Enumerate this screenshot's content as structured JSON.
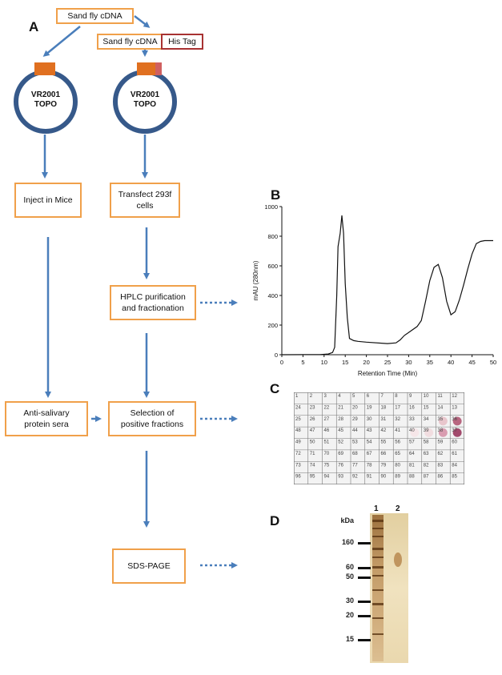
{
  "labels": {
    "A": "A",
    "B": "B",
    "C": "C",
    "D": "D"
  },
  "top": {
    "cdna_top": "Sand fly cDNA",
    "cdna_second": "Sand fly cDNA",
    "his_tag": "His Tag"
  },
  "plasmids": [
    {
      "line1": "VR2001",
      "line2": "TOPO"
    },
    {
      "line1": "VR2001",
      "line2": "TOPO"
    }
  ],
  "boxes": {
    "inject": "Inject in Mice",
    "transfect": "Transfect 293f cells",
    "hplc": "HPLC purification and fractionation",
    "anti_sera": "Anti-salivary protein sera",
    "selection": "Selection of positive fractions",
    "sds": "SDS-PAGE"
  },
  "chart_data": {
    "type": "line",
    "xlabel": "Retention Time (Min)",
    "ylabel": "mAU (280nm)",
    "xlim": [
      0,
      50
    ],
    "ylim": [
      0,
      1000
    ],
    "xticks": [
      0,
      5,
      10,
      15,
      20,
      25,
      30,
      35,
      40,
      45,
      50
    ],
    "yticks": [
      0,
      200,
      400,
      600,
      800,
      1000
    ],
    "x": [
      0,
      9,
      11,
      12,
      12.5,
      13,
      13.3,
      13.8,
      14.2,
      14.6,
      15,
      15.5,
      16,
      17,
      18,
      20,
      25,
      27,
      28,
      29,
      30,
      32,
      33,
      34,
      35,
      36,
      37,
      38,
      39,
      40,
      41,
      42,
      43,
      44,
      45,
      46,
      47,
      48,
      50
    ],
    "y": [
      0,
      1,
      5,
      15,
      50,
      400,
      730,
      820,
      940,
      820,
      480,
      250,
      110,
      95,
      90,
      85,
      75,
      80,
      100,
      130,
      150,
      190,
      230,
      360,
      500,
      590,
      610,
      520,
      360,
      270,
      290,
      370,
      470,
      580,
      680,
      750,
      765,
      770,
      770
    ],
    "grid": false
  },
  "plate": {
    "rows": [
      [
        "1",
        "2",
        "3",
        "4",
        "5",
        "6",
        "7",
        "8",
        "9",
        "10",
        "11",
        "12"
      ],
      [
        "24",
        "23",
        "22",
        "21",
        "20",
        "19",
        "18",
        "17",
        "16",
        "15",
        "14",
        "13"
      ],
      [
        "25",
        "26",
        "27",
        "28",
        "29",
        "30",
        "31",
        "32",
        "33",
        "34",
        "35",
        "36"
      ],
      [
        "48",
        "47",
        "46",
        "45",
        "44",
        "43",
        "42",
        "41",
        "40",
        "39",
        "38",
        "37"
      ],
      [
        "49",
        "50",
        "51",
        "52",
        "53",
        "54",
        "55",
        "56",
        "57",
        "58",
        "59",
        "60"
      ],
      [
        "72",
        "71",
        "70",
        "69",
        "68",
        "67",
        "66",
        "65",
        "64",
        "63",
        "62",
        "61"
      ],
      [
        "73",
        "74",
        "75",
        "76",
        "77",
        "78",
        "79",
        "80",
        "81",
        "82",
        "83",
        "84"
      ],
      [
        "96",
        "95",
        "94",
        "93",
        "92",
        "91",
        "90",
        "89",
        "88",
        "87",
        "86",
        "85"
      ]
    ]
  },
  "gel": {
    "kda_label": "kDa",
    "lane1": "1",
    "lane2": "2",
    "markers": [
      "160",
      "60",
      "50",
      "30",
      "20",
      "15"
    ]
  },
  "colors": {
    "arrow": "#4a7ebb",
    "box_border": "#f0a04a",
    "plasmid_ring": "#36598a",
    "insert": "#e07020",
    "his_tag_border": "#a83232",
    "his_tag_insert": "#d06060"
  }
}
